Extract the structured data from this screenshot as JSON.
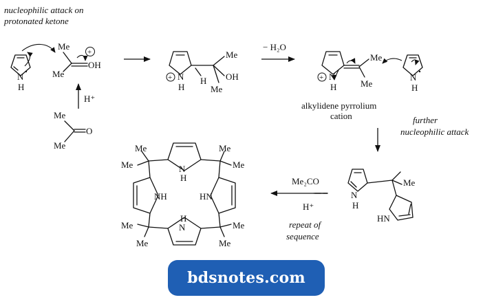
{
  "colors": {
    "brand_bg": "#1f5fb4",
    "brand_text": "#ffffff",
    "ink": "#111111"
  },
  "labels": {
    "nuc_attack_line1": "nucleophilic attack on",
    "nuc_attack_line2": "protonated ketone",
    "minus_water": "− H₂O",
    "h_plus": "H⁺",
    "alkylidene_line1": "alkylidene pyrrolium",
    "alkylidene_line2": "cation",
    "further_line1": "further",
    "further_line2": "nucleophilic attack",
    "me2co": "Me₂CO",
    "repeat_line1": "repeat of",
    "repeat_line2": "sequence"
  },
  "atoms": {
    "me": "Me",
    "h": "H",
    "n": "N",
    "nh": "NH",
    "hn": "HN",
    "oh": "OH",
    "o": "O",
    "charge_plus": "+"
  },
  "watermark": {
    "text": "bdsnotes.com"
  }
}
